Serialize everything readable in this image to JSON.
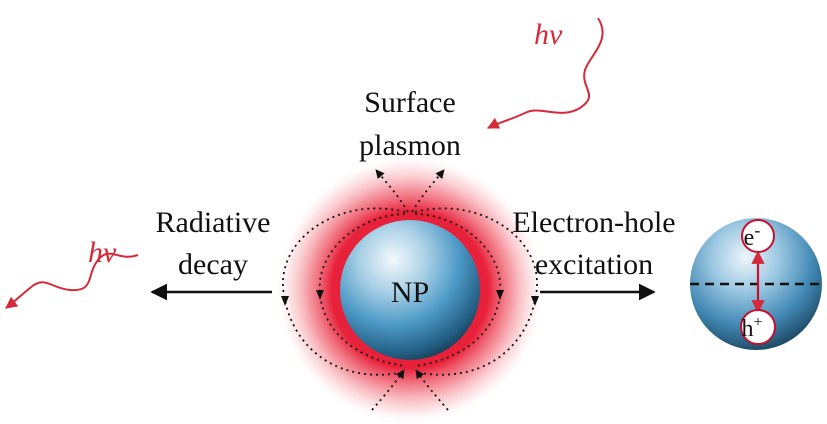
{
  "labels": {
    "photon_in": "hν",
    "photon_out": "hν",
    "surface_line1": "Surface",
    "surface_line2": "plasmon",
    "radiative_line1": "Radiative",
    "radiative_line2": "decay",
    "electron_line1": "Electron-hole",
    "electron_line2": "excitation",
    "np": "NP",
    "electron_base": "e",
    "electron_sup": "-",
    "hole_base": "h",
    "hole_sup": "+"
  },
  "colors": {
    "photon": "#d42a3a",
    "glow": "#e8213a",
    "sphere_light": "#eef6fb",
    "sphere_mid": "#4d9ac7",
    "sphere_dark": "#0d1a24",
    "text": "#111111",
    "ehpair": "#c8102e"
  }
}
